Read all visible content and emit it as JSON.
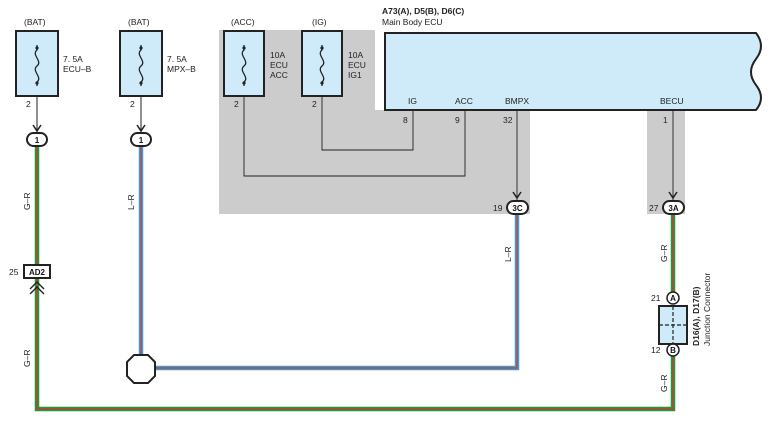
{
  "fuses": {
    "ecu_b": {
      "supply": "(BAT)",
      "rating": "7. 5A",
      "name": "ECU–B",
      "pin": "2"
    },
    "mpx_b": {
      "supply": "(BAT)",
      "rating": "7. 5A",
      "name": "MPX–B",
      "pin": "2"
    },
    "ecu_acc": {
      "supply": "(ACC)",
      "rating": "10A",
      "name1": "ECU",
      "name2": "ACC",
      "pin": "2"
    },
    "ecu_ig1": {
      "supply": "(IG)",
      "rating": "10A",
      "name1": "ECU",
      "name2": "IG1",
      "pin": "2"
    }
  },
  "ecu": {
    "code": "A73(A), D5(B), D6(C)",
    "name": "Main Body ECU",
    "terminals": [
      {
        "label": "IG",
        "pin": "8"
      },
      {
        "label": "ACC",
        "pin": "9"
      },
      {
        "label": "BMPX",
        "pin": "32"
      },
      {
        "label": "BECU",
        "pin": "1"
      }
    ]
  },
  "connectors": {
    "c1a": "1",
    "c1b": "1",
    "c3c": {
      "label": "3C",
      "pin": "19"
    },
    "c3a": {
      "label": "3A",
      "pin": "27"
    },
    "ad2": {
      "label": "AD2",
      "pin": "25"
    }
  },
  "junction": {
    "code": "D16(A), D17(B)",
    "name": "Junction Connector",
    "top": {
      "label": "A",
      "pin": "21"
    },
    "bottom": {
      "label": "B",
      "pin": "12"
    }
  },
  "wires": {
    "gr_1": "G–R",
    "gr_2": "G–R",
    "lr_1": "L–R",
    "lr_2": "L–R",
    "gr_3": "G–R",
    "gr_4": "G–R"
  },
  "colors": {
    "green": "#1e9a3c",
    "red": "#d8312a",
    "blue": "#3aa0d8",
    "fuse_fill": "#cfeaf8",
    "shade": "#cccccc"
  }
}
